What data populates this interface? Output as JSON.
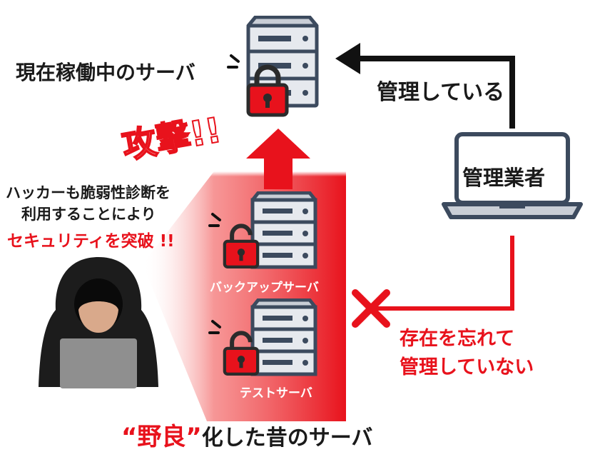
{
  "labels": {
    "current_server": "現在稼働中のサーバ",
    "managing": "管理している",
    "vendor": "管理業者",
    "attack": "攻撃!!",
    "hacker_line1": "ハッカーも脆弱性診断を",
    "hacker_line2": "利用することにより",
    "hacker_line3": "セキュリティを突破 !!",
    "backup_server": "バックアップサーバ",
    "test_server": "テストサーバ",
    "forgotten_line1": "存在を忘れて",
    "forgotten_line2": "管理していない",
    "stray_quoted": "“野良”",
    "stray_rest": "化した昔のサーバ"
  },
  "colors": {
    "red": "#e8121c",
    "dark": "#1a1a1a",
    "server_body": "#e6e9ee",
    "server_outline": "#3c4a5e"
  },
  "icons": [
    "server-icon",
    "lock-icon",
    "laptop-icon",
    "hacker-icon",
    "arrow-icon",
    "x-mark-icon"
  ]
}
